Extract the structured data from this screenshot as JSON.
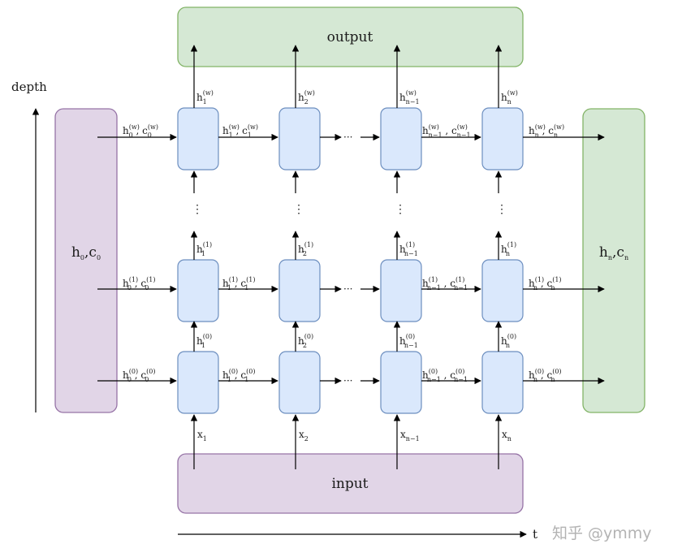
{
  "title_labels": {
    "depth": "depth",
    "time": "t",
    "output": "output",
    "input": "input",
    "initial_state": {
      "h": "h",
      "h_sub": "0",
      "sep": ",",
      "c": "c",
      "c_sub": "0"
    },
    "final_state": {
      "h": "h",
      "h_sub": "n",
      "sep": ",",
      "c": "c",
      "c_sub": "n"
    }
  },
  "ellipsis_h": "···",
  "ellipsis_v": "⋮",
  "layers": [
    {
      "sup": "(w)",
      "init": {
        "h": "h",
        "h_sub": "0",
        "sep": ",",
        "c": "c",
        "c_sub": "0"
      },
      "between": [
        {
          "h": "h",
          "h_sub": "1",
          "sep": ",",
          "c": "c",
          "c_sub": "1"
        },
        {
          "h": "h",
          "h_sub": "n−1",
          "sep": ",",
          "c": "c",
          "c_sub": "n−1"
        }
      ],
      "final": {
        "h": "h",
        "h_sub": "n",
        "sep": ",",
        "c": "c",
        "c_sub": "n"
      },
      "up": [
        {
          "h": "h",
          "sub": "1"
        },
        {
          "h": "h",
          "sub": "2"
        },
        {
          "h": "h",
          "sub": "n−1"
        },
        {
          "h": "h",
          "sub": "n"
        }
      ]
    },
    {
      "sup": "(1)",
      "init": {
        "h": "h",
        "h_sub": "0",
        "sep": ",",
        "c": "c",
        "c_sub": "0"
      },
      "between": [
        {
          "h": "h",
          "h_sub": "1",
          "sep": ",",
          "c": "c",
          "c_sub": "1"
        },
        {
          "h": "h",
          "h_sub": "n−1",
          "sep": ",",
          "c": "c",
          "c_sub": "n−1"
        }
      ],
      "final": {
        "h": "h",
        "h_sub": "n",
        "sep": ",",
        "c": "c",
        "c_sub": "n"
      },
      "up": [
        {
          "h": "h",
          "sub": "1"
        },
        {
          "h": "h",
          "sub": "2"
        },
        {
          "h": "h",
          "sub": "n−1"
        },
        {
          "h": "h",
          "sub": "n"
        }
      ]
    },
    {
      "sup": "(0)",
      "init": {
        "h": "h",
        "h_sub": "0",
        "sep": ",",
        "c": "c",
        "c_sub": "0"
      },
      "between": [
        {
          "h": "h",
          "h_sub": "1",
          "sep": ",",
          "c": "c",
          "c_sub": "1"
        },
        {
          "h": "h",
          "h_sub": "n−1",
          "sep": ",",
          "c": "c",
          "c_sub": "n−1"
        }
      ],
      "final": {
        "h": "h",
        "h_sub": "n",
        "sep": ",",
        "c": "c",
        "c_sub": "n"
      },
      "up": [
        {
          "h": "h",
          "sub": "1"
        },
        {
          "h": "h",
          "sub": "2"
        },
        {
          "h": "h",
          "sub": "n−1"
        },
        {
          "h": "h",
          "sub": "n"
        }
      ]
    }
  ],
  "inputs": [
    {
      "x": "x",
      "sub": "1"
    },
    {
      "x": "x",
      "sub": "2"
    },
    {
      "x": "x",
      "sub": "n−1"
    },
    {
      "x": "x",
      "sub": "n"
    }
  ],
  "watermark": "知乎 @ymmy",
  "colors": {
    "cell_fill": "#dae8fc",
    "cell_stroke": "#6c8ebf",
    "green_fill": "#d5e8d4",
    "green_stroke": "#82b366",
    "purple_fill": "#e1d5e7",
    "purple_stroke": "#9673a6",
    "arrow": "#000000"
  }
}
